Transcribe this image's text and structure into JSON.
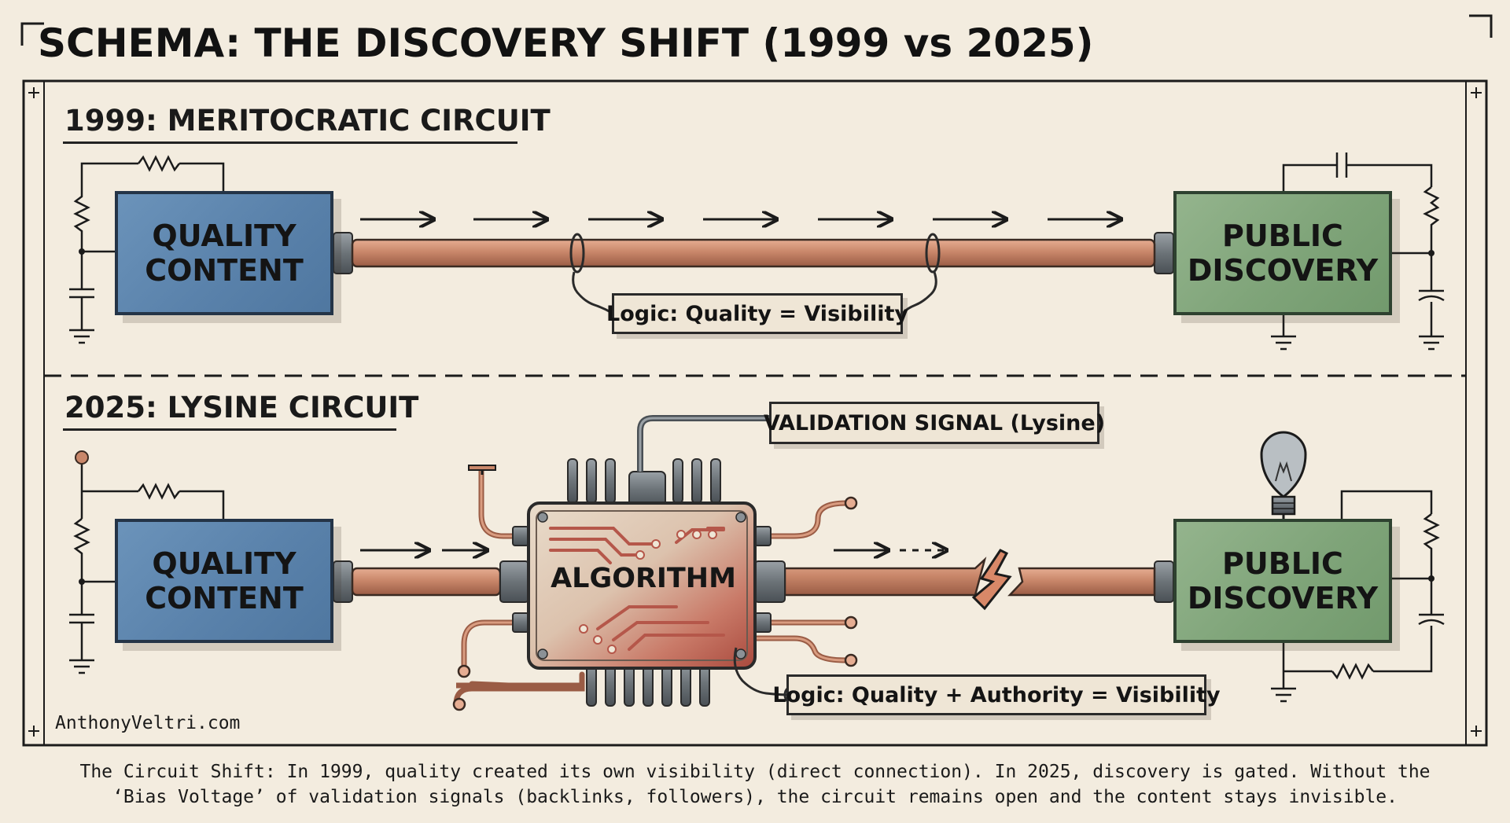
{
  "title": "SCHEMA: THE DISCOVERY SHIFT (1999 vs 2025)",
  "section_1999": {
    "title": "1999: MERITOCRATIC CIRCUIT",
    "source_box": [
      "QUALITY",
      "CONTENT"
    ],
    "target_box": [
      "PUBLIC",
      "DISCOVERY"
    ],
    "logic_label": "Logic: Quality = Visibility"
  },
  "section_2025": {
    "title": "2025: LYSINE CIRCUIT",
    "source_box": [
      "QUALITY",
      "CONTENT"
    ],
    "target_box": [
      "PUBLIC",
      "DISCOVERY"
    ],
    "algorithm_label": "ALGORITHM",
    "signal_label": "VALIDATION SIGNAL (Lysine)",
    "logic_label": "Logic: Quality + Authority = Visibility"
  },
  "credit": "AnthonyVeltri.com",
  "caption": [
    "The Circuit Shift: In 1999, quality created its own visibility (direct connection). In 2025, discovery is gated. Without the",
    "‘Bias Voltage’ of validation signals (backlinks, followers), the circuit remains open and the content stays invisible."
  ],
  "colors": {
    "background": "#f3ecdf",
    "source_box": "#5a82ab",
    "target_box": "#7fa479",
    "copper_wire": "#c9876a",
    "algorithm_chip": "#b5574a",
    "ink": "#1b1b1b"
  },
  "icons": [
    "resistor-icon",
    "capacitor-icon",
    "ground-icon",
    "light-bulb-icon",
    "lightning-break-icon",
    "chain-icon"
  ]
}
